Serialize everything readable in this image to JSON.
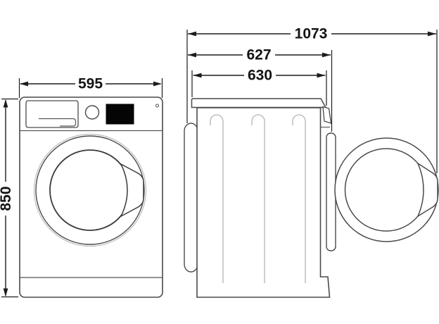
{
  "diagram": {
    "dimensions": {
      "width": "595",
      "height": "850",
      "depth_door_open": "1073",
      "depth_overall": "627",
      "depth_top": "630"
    },
    "colors": {
      "background": "#ffffff",
      "outline": "#4a4a4a",
      "dimension_lines": "#1c1c1c",
      "label_text": "#141414",
      "groove_lines": "#b4b4b4",
      "display_fill": "#050505"
    }
  }
}
